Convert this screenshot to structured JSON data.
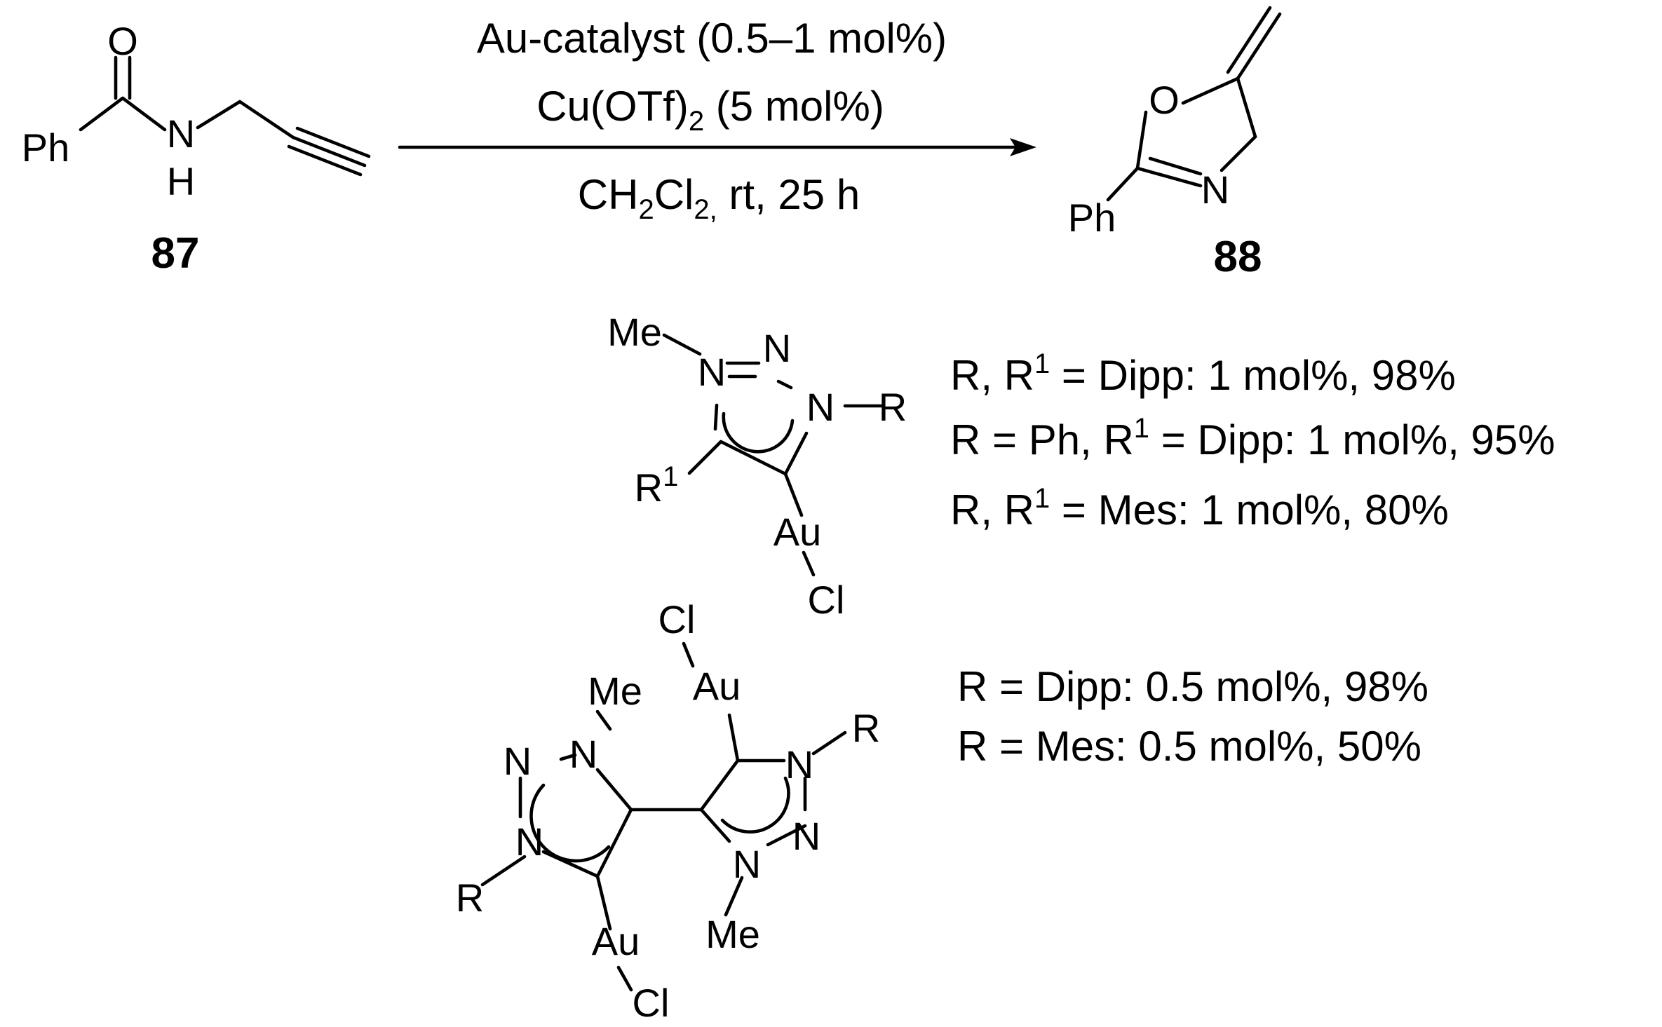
{
  "reaction": {
    "conditions": {
      "line1": "Au-catalyst (0.5–1 mol%)",
      "line2_main": "Cu(OTf)",
      "line2_sub": "2",
      "line2_tail": " (5 mol%)",
      "line3_ch": "CH",
      "line3_sub1": "2",
      "line3_cl": "Cl",
      "line3_sub2": "2,",
      "line3_tail": " rt, 25 h"
    },
    "reactant": {
      "label": "87"
    },
    "product": {
      "label": "88"
    }
  },
  "atoms": {
    "O": "O",
    "N": "N",
    "H": "H",
    "Ph": "Ph",
    "Me": "Me",
    "Au": "Au",
    "Cl": "Cl",
    "R": "R",
    "R1": "R",
    "one": "1"
  },
  "catalysts": {
    "mono": {
      "results": [
        {
          "pre": "R, R",
          "sup": "1",
          "post": " = Dipp: 1 mol%, 98%"
        },
        {
          "pre": "R = Ph, R",
          "sup": "1",
          "post": " = Dipp: 1 mol%, 95%"
        },
        {
          "pre": "R, R",
          "sup": "1",
          "post": " = Mes: 1 mol%, 80%"
        }
      ]
    },
    "bis": {
      "results": [
        "R = Dipp: 0.5 mol%, 98%",
        "R = Mes: 0.5 mol%, 50%"
      ]
    }
  }
}
